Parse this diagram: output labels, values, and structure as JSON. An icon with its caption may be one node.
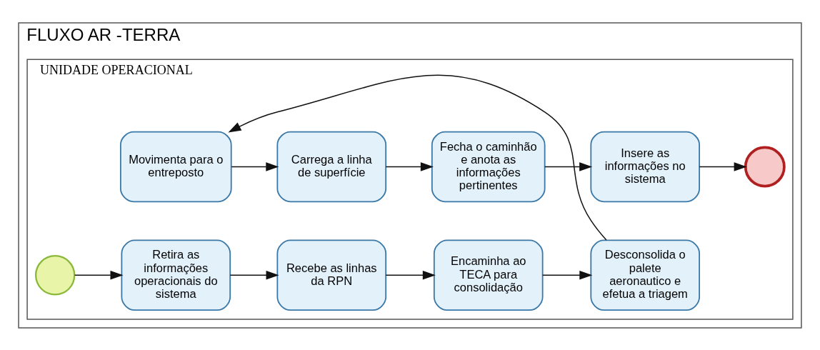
{
  "diagram": {
    "nodes": [
      {
        "text": [
          "FLUXO AR -TERRA"
        ]
      },
      {
        "text": [
          "UNIDADE OPERACIONAL"
        ],
        "in": 0
      },
      {
        "text": [
          "Movimenta para o entreposto"
        ],
        "in": 1
      },
      {
        "text": [
          "Carrega a linha de superfície"
        ],
        "in": 1
      },
      {
        "text": [
          "Fecha o caminhão e anota as informações pertinentes"
        ],
        "in": 1
      },
      {
        "text": [
          "Insere as informações no sistema"
        ],
        "in": 1
      },
      {
        "text": [],
        "shape": "circle",
        "in": 1
      },
      {
        "text": [],
        "shape": "circle",
        "in": 1
      },
      {
        "text": [
          "Retira as informações operacionais do sistema"
        ],
        "in": 1
      },
      {
        "text": [
          "Recebe as linhas da RPN"
        ],
        "in": 1
      },
      {
        "text": [
          "Encaminha ao TECA para consolidação"
        ],
        "in": 1
      },
      {
        "text": [
          "Desconsolida o palete aeronautico e efetua a triagem"
        ],
        "in": 1
      }
    ],
    "edges": [
      {
        "from": 7,
        "to": 8,
        "arrow": "to"
      },
      {
        "from": 8,
        "to": 9,
        "arrow": "to"
      },
      {
        "from": 9,
        "to": 10,
        "arrow": "to"
      },
      {
        "from": 10,
        "to": 11,
        "arrow": "to"
      },
      {
        "from": 11,
        "to": 2,
        "arrow": "to"
      },
      {
        "from": 2,
        "to": 3,
        "arrow": "to"
      },
      {
        "from": 3,
        "to": 4,
        "arrow": "to"
      },
      {
        "from": 4,
        "to": 5,
        "arrow": "to"
      },
      {
        "from": 5,
        "to": 6,
        "arrow": "to"
      }
    ]
  }
}
